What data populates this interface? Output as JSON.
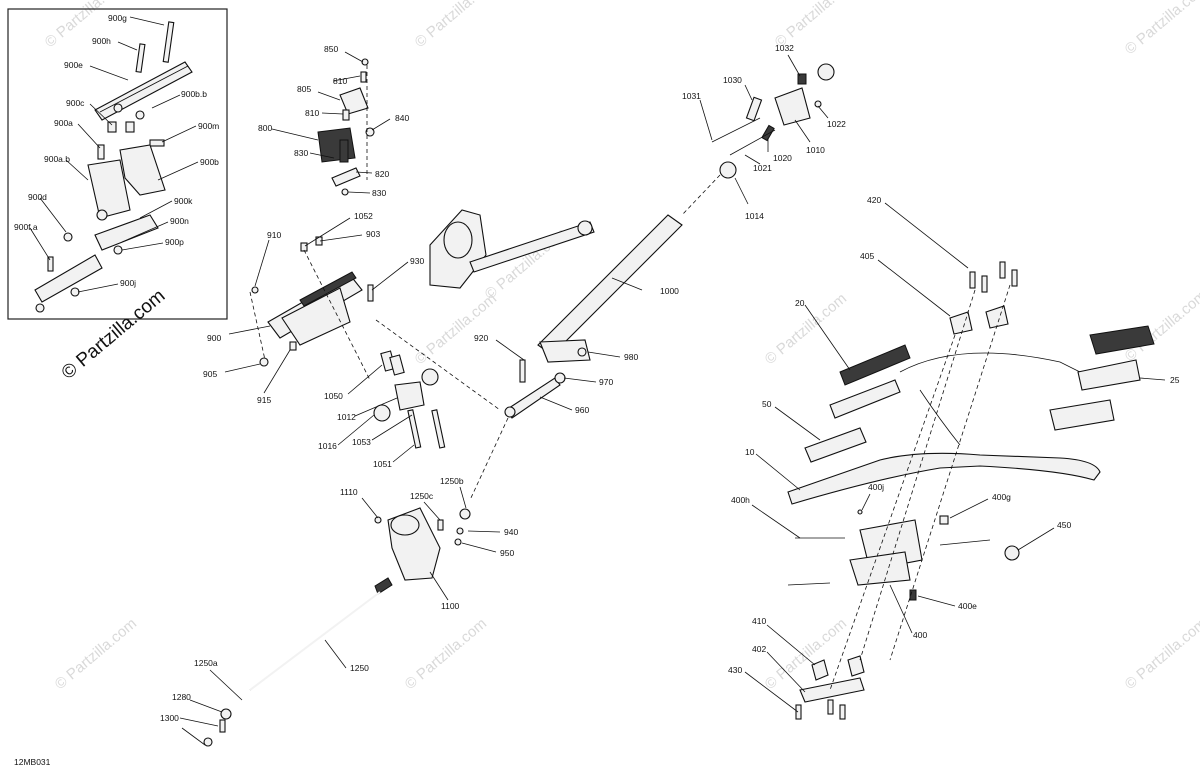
{
  "diagram": {
    "figure_code": "12MB031",
    "brand_text": "© Partzilla.com",
    "watermark_text": "© Partzilla.com",
    "part_labels": [
      "900g",
      "900h",
      "900e",
      "900b.b",
      "900c",
      "900m",
      "900a",
      "900b",
      "900a.b",
      "900k",
      "900d",
      "900n",
      "900f.a",
      "900p",
      "900j",
      "850",
      "805",
      "810",
      "810",
      "800",
      "840",
      "830",
      "820",
      "830",
      "910",
      "1052",
      "903",
      "930",
      "900",
      "905",
      "915",
      "1050",
      "1012",
      "1016",
      "1053",
      "1051",
      "920",
      "980",
      "970",
      "960",
      "1000",
      "1032",
      "1030",
      "1031",
      "1022",
      "1010",
      "1020",
      "1021",
      "1014",
      "1250b",
      "1110",
      "1250c",
      "940",
      "950",
      "1100",
      "1250",
      "1250a",
      "1280",
      "1300",
      "420",
      "405",
      "20",
      "25",
      "50",
      "10",
      "400j",
      "400g",
      "400h",
      "450",
      "400e",
      "400",
      "410",
      "402",
      "430"
    ]
  }
}
